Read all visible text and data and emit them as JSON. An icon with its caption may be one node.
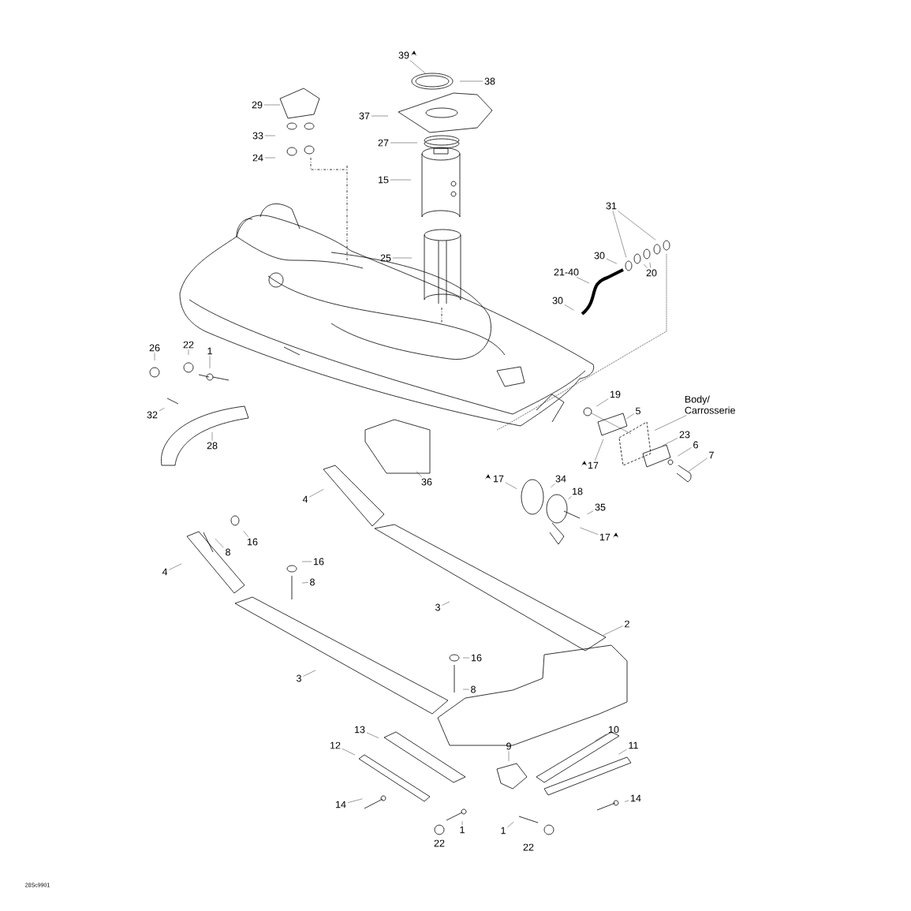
{
  "diagram": {
    "nodes": [
      {
        "text": [
          "39"
        ]
      },
      {
        "text": [
          "38"
        ]
      },
      {
        "text": [
          "37"
        ]
      },
      {
        "text": [
          "27"
        ]
      },
      {
        "text": [
          "15"
        ]
      },
      {
        "text": [
          "29"
        ]
      },
      {
        "text": [
          "33"
        ]
      },
      {
        "text": [
          "24"
        ]
      },
      {
        "text": [
          "25"
        ]
      },
      {
        "text": [
          "31"
        ]
      },
      {
        "text": [
          "20"
        ]
      },
      {
        "text": [
          "30"
        ]
      },
      {
        "text": [
          "21-40"
        ]
      },
      {
        "text": [
          "30"
        ]
      },
      {
        "text": [
          "26"
        ]
      },
      {
        "text": [
          "22"
        ]
      },
      {
        "text": [
          "1"
        ]
      },
      {
        "text": [
          "32"
        ]
      },
      {
        "text": [
          "28"
        ]
      },
      {
        "text": [
          "19"
        ]
      },
      {
        "text": [
          "5"
        ]
      },
      {
        "text": [
          "Body/ Carrosserie"
        ]
      },
      {
        "text": [
          "23"
        ]
      },
      {
        "text": [
          "6"
        ]
      },
      {
        "text": [
          "7"
        ]
      },
      {
        "text": [
          "17"
        ]
      },
      {
        "text": [
          "36"
        ]
      },
      {
        "text": [
          "17"
        ]
      },
      {
        "text": [
          "34"
        ]
      },
      {
        "text": [
          "18"
        ]
      },
      {
        "text": [
          "35"
        ]
      },
      {
        "text": [
          "17"
        ]
      },
      {
        "text": [
          "4"
        ]
      },
      {
        "text": [
          "16"
        ]
      },
      {
        "text": [
          "8"
        ]
      },
      {
        "text": [
          "4"
        ]
      },
      {
        "text": [
          "16"
        ]
      },
      {
        "text": [
          "8"
        ]
      },
      {
        "text": [
          "3"
        ]
      },
      {
        "text": [
          "2"
        ]
      },
      {
        "text": [
          "3"
        ]
      },
      {
        "text": [
          "16"
        ]
      },
      {
        "text": [
          "8"
        ]
      },
      {
        "text": [
          "13"
        ]
      },
      {
        "text": [
          "10"
        ]
      },
      {
        "text": [
          "12"
        ]
      },
      {
        "text": [
          "11"
        ]
      },
      {
        "text": [
          "9"
        ]
      },
      {
        "text": [
          "14"
        ]
      },
      {
        "text": [
          "1"
        ]
      },
      {
        "text": [
          "1"
        ]
      },
      {
        "text": [
          "14"
        ]
      },
      {
        "text": [
          "22"
        ]
      },
      {
        "text": [
          "22"
        ]
      }
    ],
    "edges": [
      {
        "from": 0,
        "to": null,
        "arrow": "none"
      },
      {
        "from": 1,
        "to": null,
        "arrow": "none"
      },
      {
        "from": 2,
        "to": null,
        "arrow": "none"
      },
      {
        "from": 3,
        "to": null,
        "arrow": "none"
      },
      {
        "from": 4,
        "to": null,
        "arrow": "none"
      },
      {
        "from": 5,
        "to": null,
        "arrow": "none"
      },
      {
        "from": 6,
        "to": null,
        "arrow": "none"
      },
      {
        "from": 7,
        "to": null,
        "arrow": "none"
      },
      {
        "from": 8,
        "to": null,
        "arrow": "none"
      },
      {
        "from": 9,
        "to": null,
        "arrow": "none"
      },
      {
        "from": 9,
        "to": null,
        "arrow": "none"
      },
      {
        "from": 10,
        "to": null,
        "arrow": "none"
      },
      {
        "from": 10,
        "to": null,
        "arrow": "none"
      },
      {
        "from": 11,
        "to": null,
        "arrow": "none"
      },
      {
        "from": 12,
        "to": null,
        "arrow": "none"
      },
      {
        "from": 13,
        "to": null,
        "arrow": "none"
      },
      {
        "from": 14,
        "to": null,
        "arrow": "none"
      },
      {
        "from": 15,
        "to": null,
        "arrow": "none"
      },
      {
        "from": 16,
        "to": null,
        "arrow": "none"
      },
      {
        "from": 17,
        "to": null,
        "arrow": "none"
      },
      {
        "from": 18,
        "to": null,
        "arrow": "none"
      },
      {
        "from": 19,
        "to": null,
        "arrow": "none"
      },
      {
        "from": 20,
        "to": null,
        "arrow": "none"
      },
      {
        "from": 21,
        "to": null,
        "arrow": "none"
      },
      {
        "from": 22,
        "to": null,
        "arrow": "none"
      },
      {
        "from": 23,
        "to": null,
        "arrow": "none"
      },
      {
        "from": 24,
        "to": null,
        "arrow": "none"
      },
      {
        "from": 25,
        "to": null,
        "arrow": "none"
      },
      {
        "from": 26,
        "to": null,
        "arrow": "none"
      },
      {
        "from": 27,
        "to": null,
        "arrow": "none"
      },
      {
        "from": 28,
        "to": null,
        "arrow": "none"
      },
      {
        "from": 29,
        "to": null,
        "arrow": "none"
      },
      {
        "from": 30,
        "to": null,
        "arrow": "none"
      },
      {
        "from": 31,
        "to": null,
        "arrow": "none"
      },
      {
        "from": 32,
        "to": null,
        "arrow": "none"
      },
      {
        "from": 33,
        "to": null,
        "arrow": "none"
      },
      {
        "from": 34,
        "to": null,
        "arrow": "none"
      },
      {
        "from": 35,
        "to": null,
        "arrow": "none"
      },
      {
        "from": 36,
        "to": null,
        "arrow": "none"
      },
      {
        "from": 37,
        "to": null,
        "arrow": "none"
      },
      {
        "from": 38,
        "to": null,
        "arrow": "none"
      },
      {
        "from": 39,
        "to": null,
        "arrow": "none"
      },
      {
        "from": 40,
        "to": null,
        "arrow": "none"
      },
      {
        "from": 41,
        "to": null,
        "arrow": "none"
      },
      {
        "from": 42,
        "to": null,
        "arrow": "none"
      },
      {
        "from": 43,
        "to": null,
        "arrow": "none"
      },
      {
        "from": 44,
        "to": null,
        "arrow": "none"
      },
      {
        "from": 45,
        "to": null,
        "arrow": "none"
      },
      {
        "from": 46,
        "to": null,
        "arrow": "none"
      },
      {
        "from": 47,
        "to": null,
        "arrow": "none"
      },
      {
        "from": 48,
        "to": null,
        "arrow": "none"
      },
      {
        "from": 49,
        "to": null,
        "arrow": "none"
      },
      {
        "from": 50,
        "to": null,
        "arrow": "none"
      },
      {
        "from": 51,
        "to": null,
        "arrow": "none"
      }
    ],
    "labels": [
      "28Sc9901"
    ]
  }
}
